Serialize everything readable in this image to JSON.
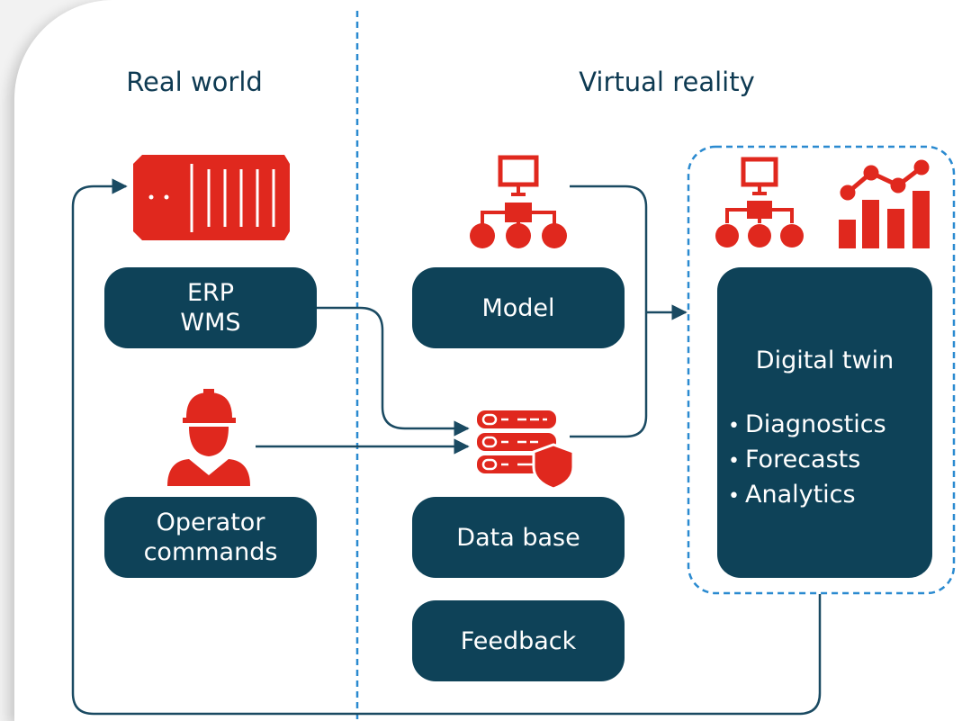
{
  "headings": {
    "real_world": "Real world",
    "virtual_reality": "Virtual reality"
  },
  "boxes": {
    "erp": [
      "ERP",
      "WMS"
    ],
    "operator": [
      "Operator",
      "commands"
    ],
    "model": "Model",
    "database": "Data base",
    "feedback": "Feedback"
  },
  "digital_twin": {
    "title": "Digital twin",
    "items": [
      "Diagnostics",
      "Forecasts",
      "Analytics"
    ]
  },
  "colors": {
    "navy": "#0e4258",
    "red": "#e0281e",
    "dash": "#2a8ad0",
    "text": "#0e3a52",
    "line": "#1a4a62"
  },
  "icons": [
    "container-icon",
    "worker-icon",
    "network-icon",
    "database-server-icon",
    "chart-icon"
  ]
}
